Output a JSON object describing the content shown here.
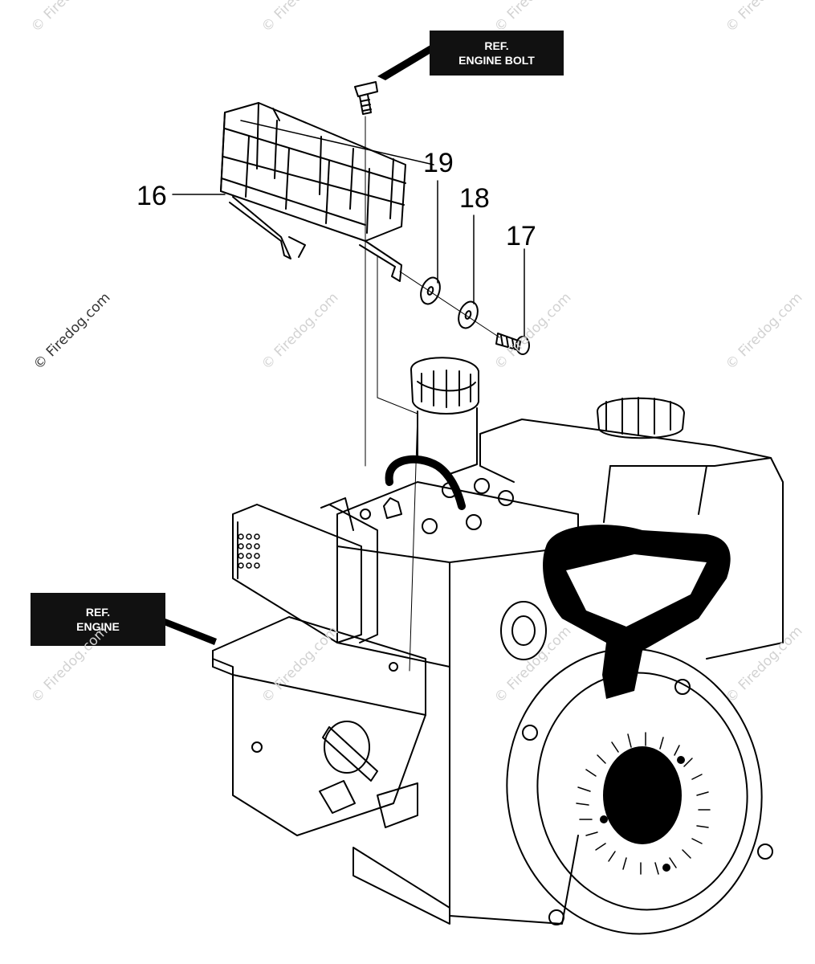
{
  "callouts": {
    "c16": "16",
    "c17": "17",
    "c18": "18",
    "c19": "19"
  },
  "ref_labels": {
    "engine_bolt": {
      "line1": "REF.",
      "line2": "ENGINE BOLT"
    },
    "engine": {
      "line1": "REF.",
      "line2": "ENGINE"
    }
  },
  "watermark": {
    "text": "© Firedog.com"
  },
  "colors": {
    "line": "#000000",
    "label_bg": "#111111",
    "label_text": "#ffffff",
    "watermark": "#d2d2d2"
  }
}
